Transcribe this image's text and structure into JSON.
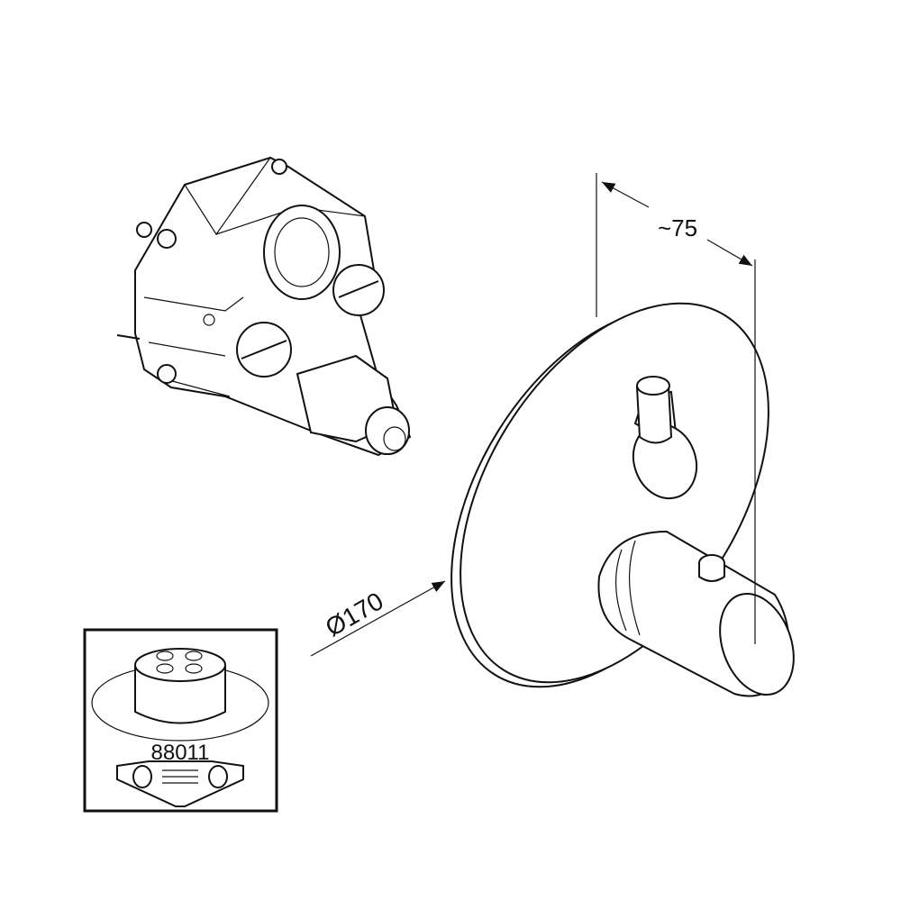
{
  "dimensions": {
    "depth_label": "~75",
    "diameter_label": "Ø170"
  },
  "inset": {
    "part_number": "88011"
  }
}
